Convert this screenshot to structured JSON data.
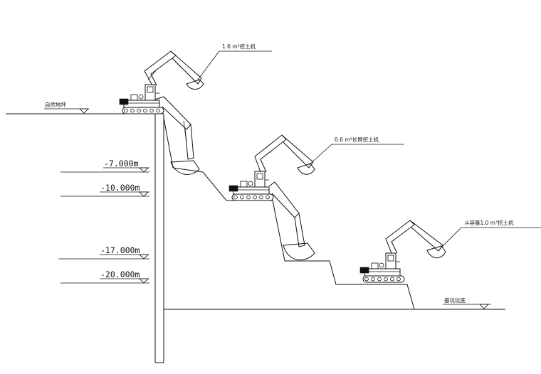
{
  "levels": {
    "ground": "自然地坪",
    "l1": "-7.000m",
    "l2": "-10.000m",
    "l3": "-17.000m",
    "l4": "-20.000m",
    "bottom": "基坑坑底"
  },
  "machines": {
    "m1": "1.6 m³挖土机",
    "m2": "0.6 m³长臂挖土机",
    "m3": "斗容量1.0 m³挖土机"
  }
}
